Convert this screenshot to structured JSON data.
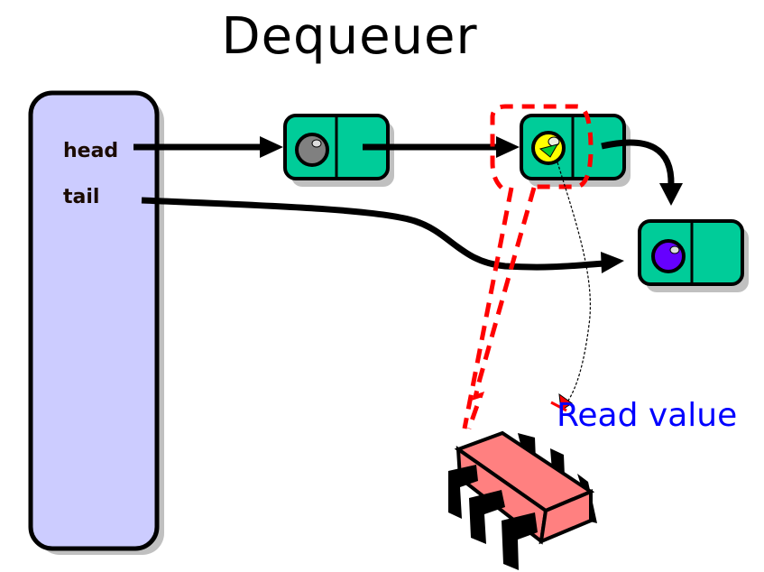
{
  "slide": {
    "title": "Dequeuer"
  },
  "queue_object": {
    "fields": [
      {
        "name": "head",
        "label": "head"
      },
      {
        "name": "tail",
        "label": "tail"
      }
    ],
    "fill_color": "#ccccff"
  },
  "nodes": [
    {
      "id": "sentinel",
      "value_color": "#808080",
      "role": "old head (sentinel)"
    },
    {
      "id": "first-item",
      "value_color": "#ffff00",
      "value_glyph": "martini-glass",
      "role": "node being read",
      "highlighted": true
    },
    {
      "id": "tail-node",
      "value_color": "#6600ff",
      "role": "tail node"
    }
  ],
  "colors": {
    "node_fill": "#00cc99",
    "highlight_dash": "#ff0000",
    "thread_fill": "#ff8080",
    "annotation_text": "#0000ff",
    "shadow": "#c0c0c0"
  },
  "annotation": {
    "label": "Read value"
  }
}
